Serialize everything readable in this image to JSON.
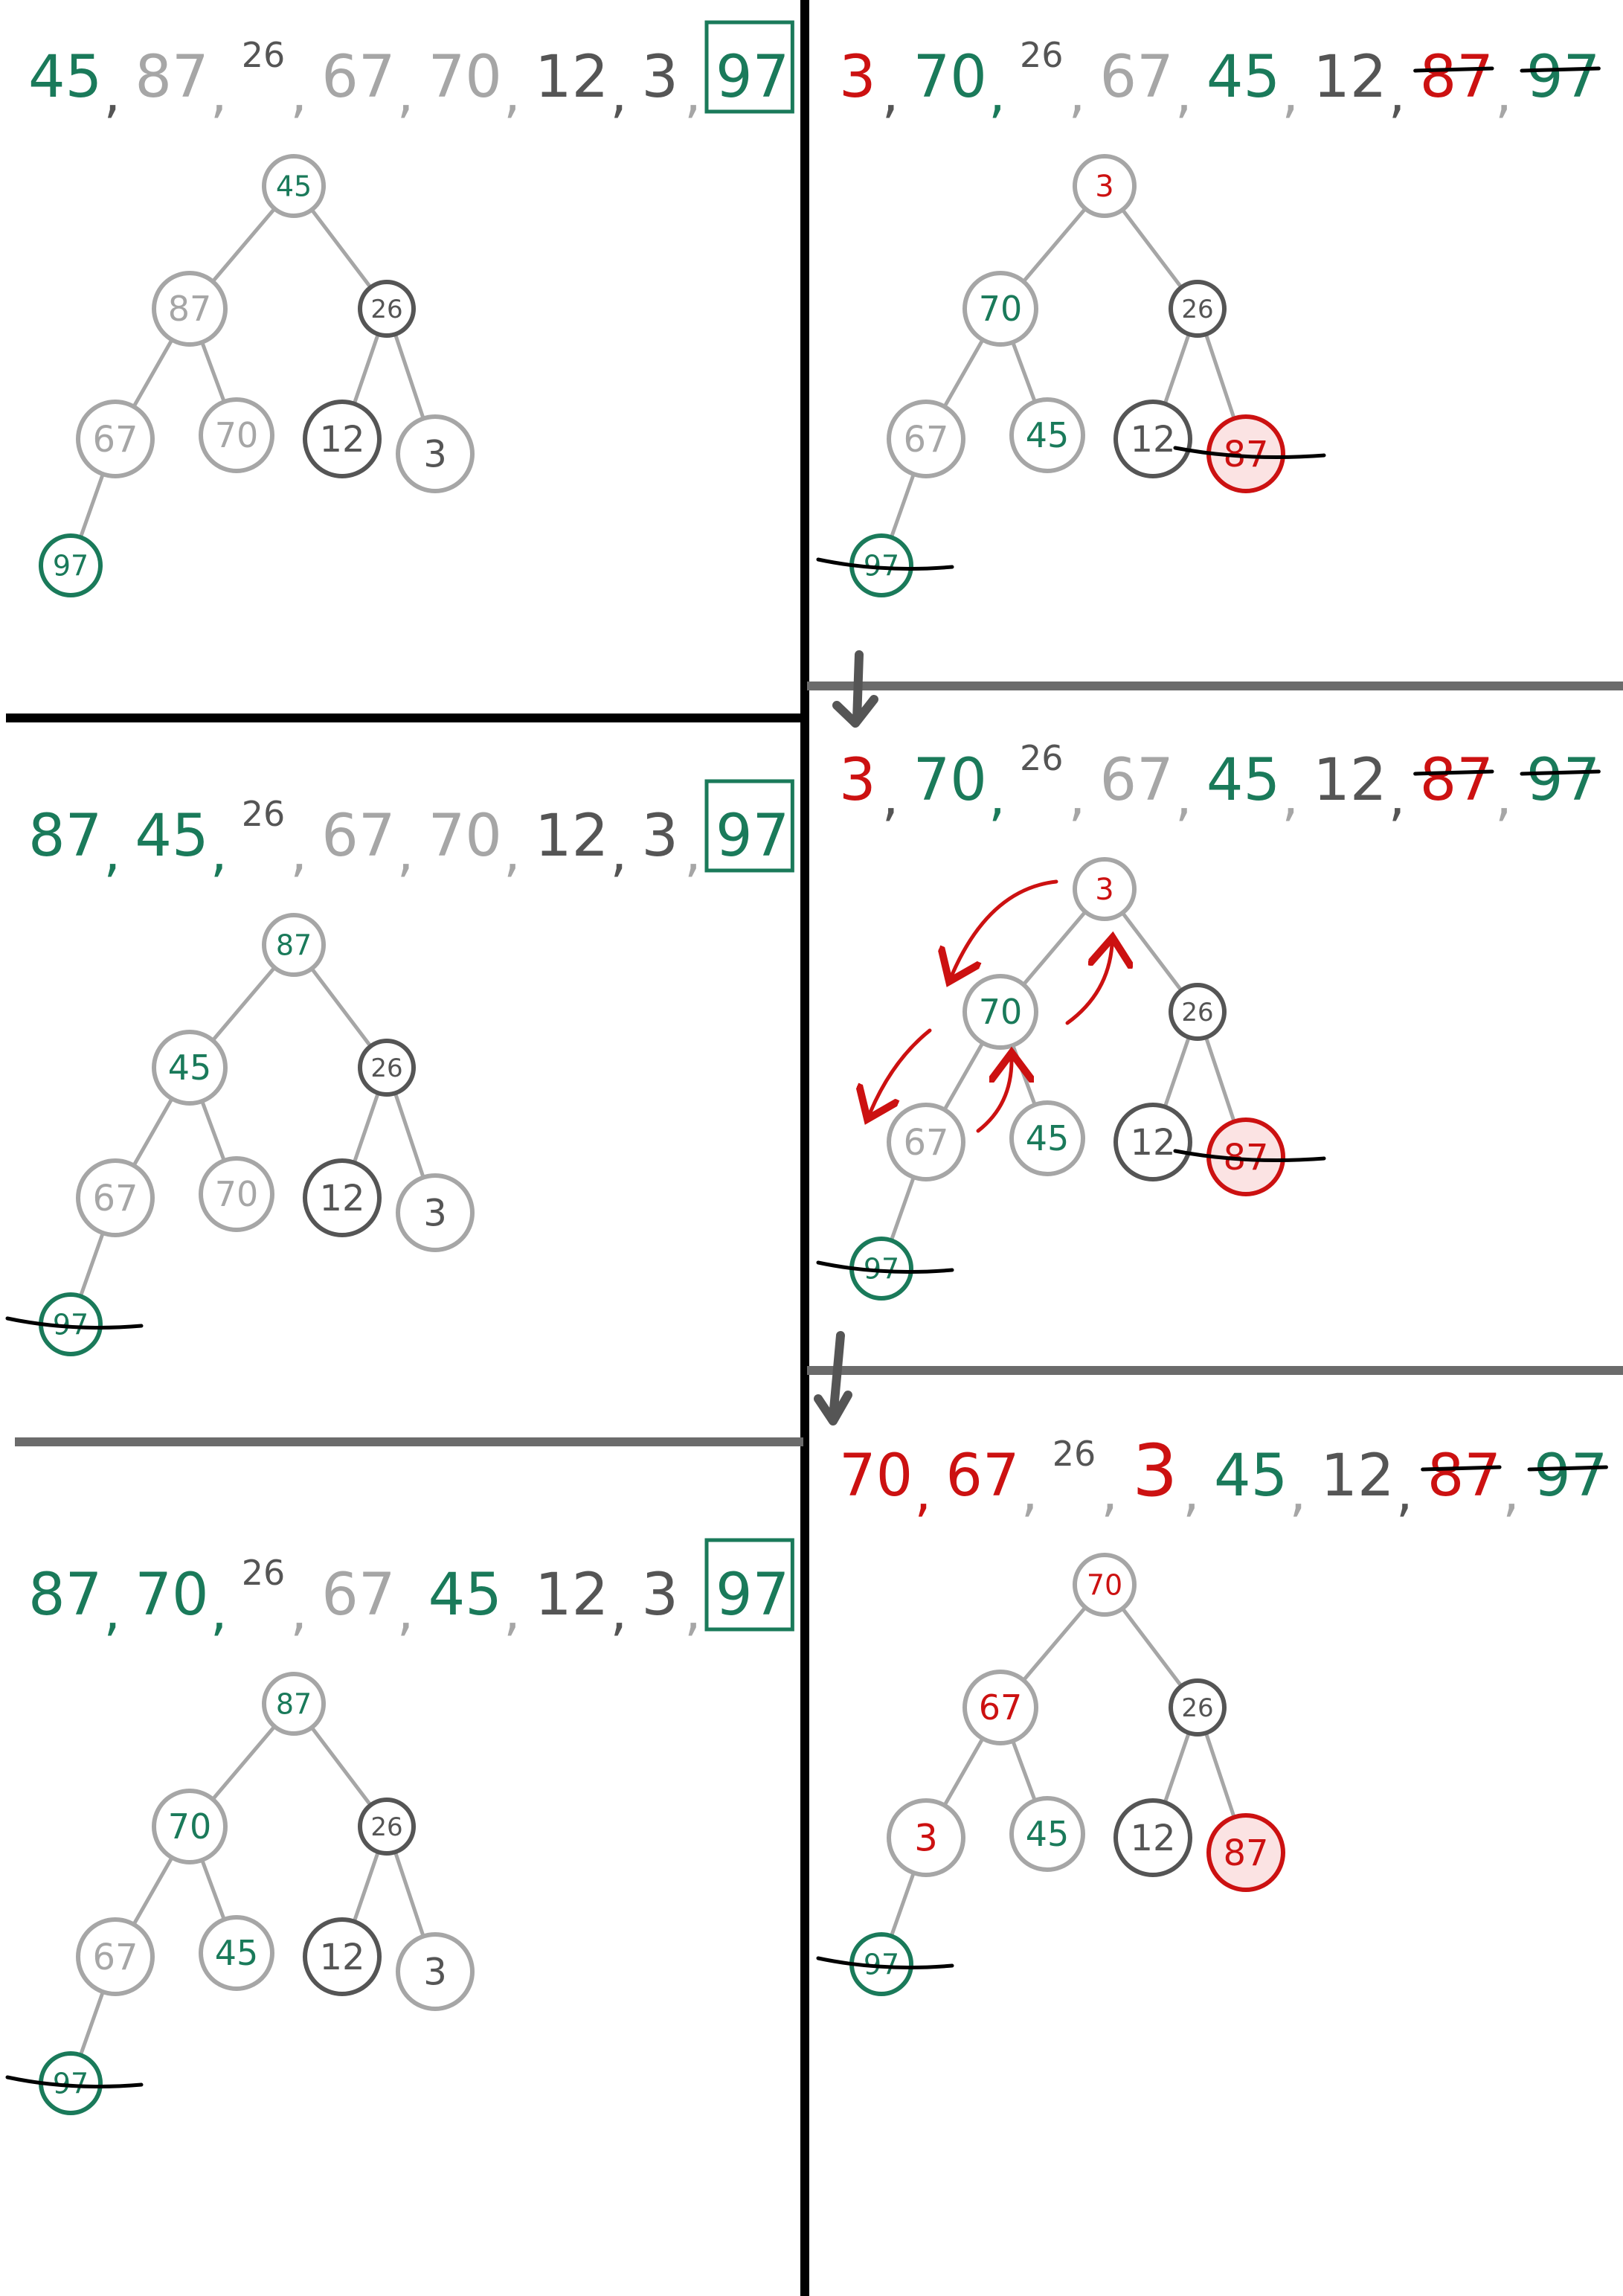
{
  "colors": {
    "green": "#1a7a5a",
    "gray": "#a6a6a6",
    "dark": "#555555",
    "red": "#cc1111",
    "rule": "#000000",
    "rule_gray": "#6b6b6b",
    "highlight": "#fbe3e3"
  },
  "panels": [
    {
      "id": "p1",
      "sequence": [
        {
          "text": "45",
          "color": "green",
          "size": "big"
        },
        {
          "text": ",",
          "color": "dark"
        },
        {
          "text": "87",
          "color": "gray",
          "size": "big"
        },
        {
          "text": ",",
          "color": "gray"
        },
        {
          "text": "26",
          "color": "dark",
          "size": "small",
          "sup": true
        },
        {
          "text": ",",
          "color": "gray"
        },
        {
          "text": "67",
          "color": "gray",
          "size": "big"
        },
        {
          "text": ",",
          "color": "gray"
        },
        {
          "text": "70",
          "color": "gray",
          "size": "big"
        },
        {
          "text": ",",
          "color": "gray"
        },
        {
          "text": "12",
          "color": "dark",
          "size": "big"
        },
        {
          "text": ",",
          "color": "dark"
        },
        {
          "text": "3",
          "color": "dark",
          "size": "big"
        },
        {
          "text": ",",
          "color": "gray"
        },
        {
          "text": "97",
          "color": "green",
          "size": "big",
          "boxed": true
        }
      ],
      "nodes": [
        {
          "label": "45",
          "text_color": "green",
          "ring": "gray"
        },
        {
          "label": "87",
          "text_color": "gray",
          "ring": "gray"
        },
        {
          "label": "26",
          "text_color": "dark",
          "ring": "dark"
        },
        {
          "label": "67",
          "text_color": "gray",
          "ring": "gray"
        },
        {
          "label": "70",
          "text_color": "gray",
          "ring": "gray"
        },
        {
          "label": "12",
          "text_color": "dark",
          "ring": "dark"
        },
        {
          "label": "3",
          "text_color": "dark",
          "ring": "gray"
        },
        {
          "label": "97",
          "text_color": "green",
          "ring": "green"
        }
      ]
    },
    {
      "id": "p2",
      "sequence": [
        {
          "text": "87",
          "color": "green",
          "size": "big"
        },
        {
          "text": ",",
          "color": "green"
        },
        {
          "text": "45",
          "color": "green",
          "size": "big"
        },
        {
          "text": ",",
          "color": "green"
        },
        {
          "text": "26",
          "color": "dark",
          "size": "small",
          "sup": true
        },
        {
          "text": ",",
          "color": "gray"
        },
        {
          "text": "67",
          "color": "gray",
          "size": "big"
        },
        {
          "text": ",",
          "color": "gray"
        },
        {
          "text": "70",
          "color": "gray",
          "size": "big"
        },
        {
          "text": ",",
          "color": "gray"
        },
        {
          "text": "12",
          "color": "dark",
          "size": "big"
        },
        {
          "text": ",",
          "color": "dark"
        },
        {
          "text": "3",
          "color": "dark",
          "size": "big"
        },
        {
          "text": ",",
          "color": "gray"
        },
        {
          "text": "97",
          "color": "green",
          "size": "big",
          "boxed": true
        }
      ],
      "nodes": [
        {
          "label": "87",
          "text_color": "green",
          "ring": "gray"
        },
        {
          "label": "45",
          "text_color": "green",
          "ring": "gray"
        },
        {
          "label": "26",
          "text_color": "dark",
          "ring": "dark"
        },
        {
          "label": "67",
          "text_color": "gray",
          "ring": "gray"
        },
        {
          "label": "70",
          "text_color": "gray",
          "ring": "gray"
        },
        {
          "label": "12",
          "text_color": "dark",
          "ring": "dark"
        },
        {
          "label": "3",
          "text_color": "dark",
          "ring": "gray"
        },
        {
          "label": "97",
          "text_color": "green",
          "ring": "green",
          "struck": true
        }
      ]
    },
    {
      "id": "p3",
      "sequence": [
        {
          "text": "87",
          "color": "green",
          "size": "big"
        },
        {
          "text": ",",
          "color": "green"
        },
        {
          "text": "70",
          "color": "green",
          "size": "big"
        },
        {
          "text": ",",
          "color": "green"
        },
        {
          "text": "26",
          "color": "dark",
          "size": "small",
          "sup": true
        },
        {
          "text": ",",
          "color": "gray"
        },
        {
          "text": "67",
          "color": "gray",
          "size": "big"
        },
        {
          "text": ",",
          "color": "gray"
        },
        {
          "text": "45",
          "color": "green",
          "size": "big"
        },
        {
          "text": ",",
          "color": "gray"
        },
        {
          "text": "12",
          "color": "dark",
          "size": "big"
        },
        {
          "text": ",",
          "color": "dark"
        },
        {
          "text": "3",
          "color": "dark",
          "size": "big"
        },
        {
          "text": ",",
          "color": "gray"
        },
        {
          "text": "97",
          "color": "green",
          "size": "big",
          "boxed": true
        }
      ],
      "nodes": [
        {
          "label": "87",
          "text_color": "green",
          "ring": "gray"
        },
        {
          "label": "70",
          "text_color": "green",
          "ring": "gray"
        },
        {
          "label": "26",
          "text_color": "dark",
          "ring": "dark"
        },
        {
          "label": "67",
          "text_color": "gray",
          "ring": "gray"
        },
        {
          "label": "45",
          "text_color": "green",
          "ring": "gray"
        },
        {
          "label": "12",
          "text_color": "dark",
          "ring": "dark"
        },
        {
          "label": "3",
          "text_color": "dark",
          "ring": "gray"
        },
        {
          "label": "97",
          "text_color": "green",
          "ring": "green",
          "struck": true
        }
      ]
    },
    {
      "id": "p4",
      "sequence": [
        {
          "text": "3",
          "color": "red",
          "size": "big"
        },
        {
          "text": ",",
          "color": "dark"
        },
        {
          "text": "70",
          "color": "green",
          "size": "big"
        },
        {
          "text": ",",
          "color": "green"
        },
        {
          "text": "26",
          "color": "dark",
          "size": "small",
          "sup": true
        },
        {
          "text": ",",
          "color": "gray"
        },
        {
          "text": "67",
          "color": "gray",
          "size": "big"
        },
        {
          "text": ",",
          "color": "gray"
        },
        {
          "text": "45",
          "color": "green",
          "size": "big"
        },
        {
          "text": ",",
          "color": "gray"
        },
        {
          "text": "12",
          "color": "dark",
          "size": "big"
        },
        {
          "text": ",",
          "color": "dark"
        },
        {
          "text": "87",
          "color": "red",
          "size": "big",
          "struck": true
        },
        {
          "text": ",",
          "color": "gray"
        },
        {
          "text": "97",
          "color": "green",
          "size": "big",
          "struck": true
        }
      ],
      "nodes": [
        {
          "label": "3",
          "text_color": "red",
          "ring": "gray"
        },
        {
          "label": "70",
          "text_color": "green",
          "ring": "gray"
        },
        {
          "label": "26",
          "text_color": "dark",
          "ring": "dark"
        },
        {
          "label": "67",
          "text_color": "gray",
          "ring": "gray"
        },
        {
          "label": "45",
          "text_color": "green",
          "ring": "gray"
        },
        {
          "label": "12",
          "text_color": "dark",
          "ring": "dark"
        },
        {
          "label": "87",
          "text_color": "red",
          "ring": "red",
          "fill": "highlight",
          "struck": true
        },
        {
          "label": "97",
          "text_color": "green",
          "ring": "green",
          "struck": true
        }
      ]
    },
    {
      "id": "p5",
      "sequence": [
        {
          "text": "3",
          "color": "red",
          "size": "big"
        },
        {
          "text": ",",
          "color": "dark"
        },
        {
          "text": "70",
          "color": "green",
          "size": "big"
        },
        {
          "text": ",",
          "color": "green"
        },
        {
          "text": "26",
          "color": "dark",
          "size": "small",
          "sup": true
        },
        {
          "text": ",",
          "color": "gray"
        },
        {
          "text": "67",
          "color": "gray",
          "size": "big"
        },
        {
          "text": ",",
          "color": "gray"
        },
        {
          "text": "45",
          "color": "green",
          "size": "big"
        },
        {
          "text": ",",
          "color": "gray"
        },
        {
          "text": "12",
          "color": "dark",
          "size": "big"
        },
        {
          "text": ",",
          "color": "dark"
        },
        {
          "text": "87",
          "color": "red",
          "size": "big",
          "struck": true
        },
        {
          "text": ",",
          "color": "gray"
        },
        {
          "text": "97",
          "color": "green",
          "size": "big",
          "struck": true
        }
      ],
      "nodes": [
        {
          "label": "3",
          "text_color": "red",
          "ring": "gray"
        },
        {
          "label": "70",
          "text_color": "green",
          "ring": "gray"
        },
        {
          "label": "26",
          "text_color": "dark",
          "ring": "dark"
        },
        {
          "label": "67",
          "text_color": "gray",
          "ring": "gray"
        },
        {
          "label": "45",
          "text_color": "green",
          "ring": "gray"
        },
        {
          "label": "12",
          "text_color": "dark",
          "ring": "dark"
        },
        {
          "label": "87",
          "text_color": "red",
          "ring": "red",
          "fill": "highlight",
          "struck": true
        },
        {
          "label": "97",
          "text_color": "green",
          "ring": "green",
          "struck": true
        }
      ],
      "swap_arrows": true
    },
    {
      "id": "p6",
      "sequence": [
        {
          "text": "70",
          "color": "red",
          "size": "big"
        },
        {
          "text": ",",
          "color": "red"
        },
        {
          "text": "67",
          "color": "red",
          "size": "big"
        },
        {
          "text": ",",
          "color": "gray"
        },
        {
          "text": "26",
          "color": "dark",
          "size": "small",
          "sup": true
        },
        {
          "text": ",",
          "color": "gray"
        },
        {
          "text": "3",
          "color": "red",
          "size": "huge"
        },
        {
          "text": ",",
          "color": "gray"
        },
        {
          "text": "45",
          "color": "green",
          "size": "big"
        },
        {
          "text": ",",
          "color": "gray"
        },
        {
          "text": "12",
          "color": "dark",
          "size": "big"
        },
        {
          "text": ",",
          "color": "dark"
        },
        {
          "text": "87",
          "color": "red",
          "size": "big",
          "struck": true
        },
        {
          "text": ",",
          "color": "gray"
        },
        {
          "text": "97",
          "color": "green",
          "size": "big",
          "struck": true
        }
      ],
      "nodes": [
        {
          "label": "70",
          "text_color": "red",
          "ring": "gray"
        },
        {
          "label": "67",
          "text_color": "red",
          "ring": "gray"
        },
        {
          "label": "26",
          "text_color": "dark",
          "ring": "dark"
        },
        {
          "label": "3",
          "text_color": "red",
          "ring": "gray"
        },
        {
          "label": "45",
          "text_color": "green",
          "ring": "gray"
        },
        {
          "label": "12",
          "text_color": "dark",
          "ring": "dark"
        },
        {
          "label": "87",
          "text_color": "red",
          "ring": "red",
          "fill": "highlight"
        },
        {
          "label": "97",
          "text_color": "green",
          "ring": "green",
          "struck": true
        }
      ]
    }
  ]
}
